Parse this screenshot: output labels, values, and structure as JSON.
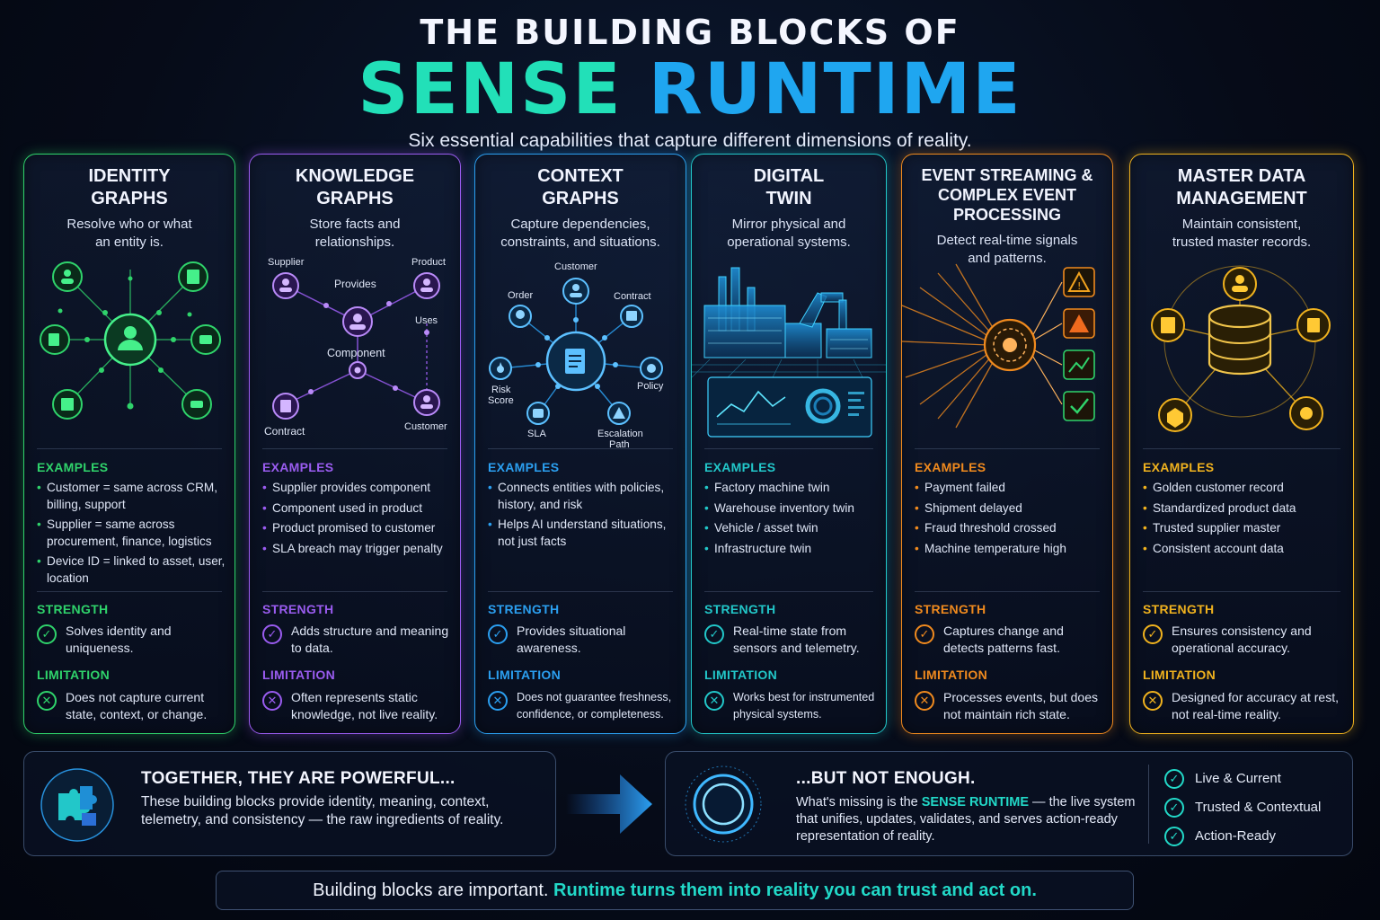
{
  "header": {
    "title_top": "THE BUILDING BLOCKS OF",
    "title_word1": "SENSE",
    "title_word2": "RUNTIME",
    "subtitle": "Six essential capabilities that capture different dimensions of reality."
  },
  "labels": {
    "examples": "EXAMPLES",
    "strength": "STRENGTH",
    "limitation": "LIMITATION"
  },
  "cards": [
    {
      "title1": "IDENTITY",
      "title2": "GRAPHS",
      "sub1": "Resolve who or what",
      "sub2": "an entity is.",
      "color": "#2fd36b",
      "examples": [
        "Customer = same across CRM, billing, support",
        "Supplier = same across procurement, finance, logistics",
        "Device ID = linked to asset, user, location"
      ],
      "strength": "Solves identity and uniqueness.",
      "limitation": "Does not capture current state, context, or change."
    },
    {
      "title1": "KNOWLEDGE",
      "title2": "GRAPHS",
      "sub1": "Store facts and",
      "sub2": "relationships.",
      "color": "#9a5cf0",
      "nodes": {
        "supplier": "Supplier",
        "product": "Product",
        "provides": "Provides",
        "component": "Component",
        "uses": "Uses",
        "contract": "Contract",
        "customer": "Customer"
      },
      "examples": [
        "Supplier provides component",
        "Component used in product",
        "Product promised to customer",
        "SLA breach may trigger penalty"
      ],
      "strength": "Adds structure and meaning to data.",
      "limitation": "Often represents static knowledge, not live reality."
    },
    {
      "title1": "CONTEXT",
      "title2": "GRAPHS",
      "sub1": "Capture dependencies,",
      "sub2": "constraints, and situations.",
      "color": "#2b9ff0",
      "nodes": {
        "customer": "Customer",
        "order": "Order",
        "contract": "Contract",
        "risk1": "Risk",
        "risk2": "Score",
        "policy": "Policy",
        "sla": "SLA",
        "esc1": "Escalation",
        "esc2": "Path"
      },
      "examples": [
        "Connects entities with policies, history, and risk",
        "Helps AI understand situations, not just facts"
      ],
      "strength": "Provides situational awareness.",
      "limitation": "Does not guarantee freshness, confidence, or completeness."
    },
    {
      "title1": "DIGITAL",
      "title2": "TWIN",
      "sub1": "Mirror physical and",
      "sub2": "operational systems.",
      "color": "#22c7c9",
      "examples": [
        "Factory machine twin",
        "Warehouse inventory twin",
        "Vehicle / asset twin",
        "Infrastructure twin"
      ],
      "strength": "Real-time state from sensors and telemetry.",
      "limitation": "Works best for instrumented physical systems."
    },
    {
      "title1": "EVENT STREAMING &",
      "title2": "COMPLEX EVENT",
      "title3": "PROCESSING",
      "sub1": "Detect real-time signals",
      "sub2": "and patterns.",
      "color": "#f08a1e",
      "examples": [
        "Payment failed",
        "Shipment delayed",
        "Fraud threshold crossed",
        "Machine temperature high"
      ],
      "strength": "Captures change and detects patterns fast.",
      "limitation": "Processes events, but does not maintain rich state."
    },
    {
      "title1": "MASTER DATA",
      "title2": "MANAGEMENT",
      "sub1": "Maintain consistent,",
      "sub2": "trusted master records.",
      "color": "#f0b21e",
      "examples": [
        "Golden customer record",
        "Standardized product data",
        "Trusted supplier master",
        "Consistent account data"
      ],
      "strength": "Ensures consistency and operational accuracy.",
      "limitation": "Designed for accuracy at rest, not real-time reality."
    }
  ],
  "bottom_left": {
    "title": "TOGETHER, THEY ARE POWERFUL...",
    "text1": "These building blocks provide identity, meaning, context,",
    "text2": "telemetry, and consistency — the raw ingredients of reality."
  },
  "bottom_right": {
    "title": "...BUT NOT ENOUGH.",
    "text_pre": "What's missing is the ",
    "text_hl": "SENSE RUNTIME",
    "text_post": " — the live system",
    "text2": "that unifies, updates, validates, and serves action-ready",
    "text3": "representation of reality.",
    "checks": [
      "Live & Current",
      "Trusted & Contextual",
      "Action-Ready"
    ]
  },
  "footer": {
    "text": "Building blocks are important. ",
    "highlight": "Runtime turns them into reality you can trust and act on."
  }
}
